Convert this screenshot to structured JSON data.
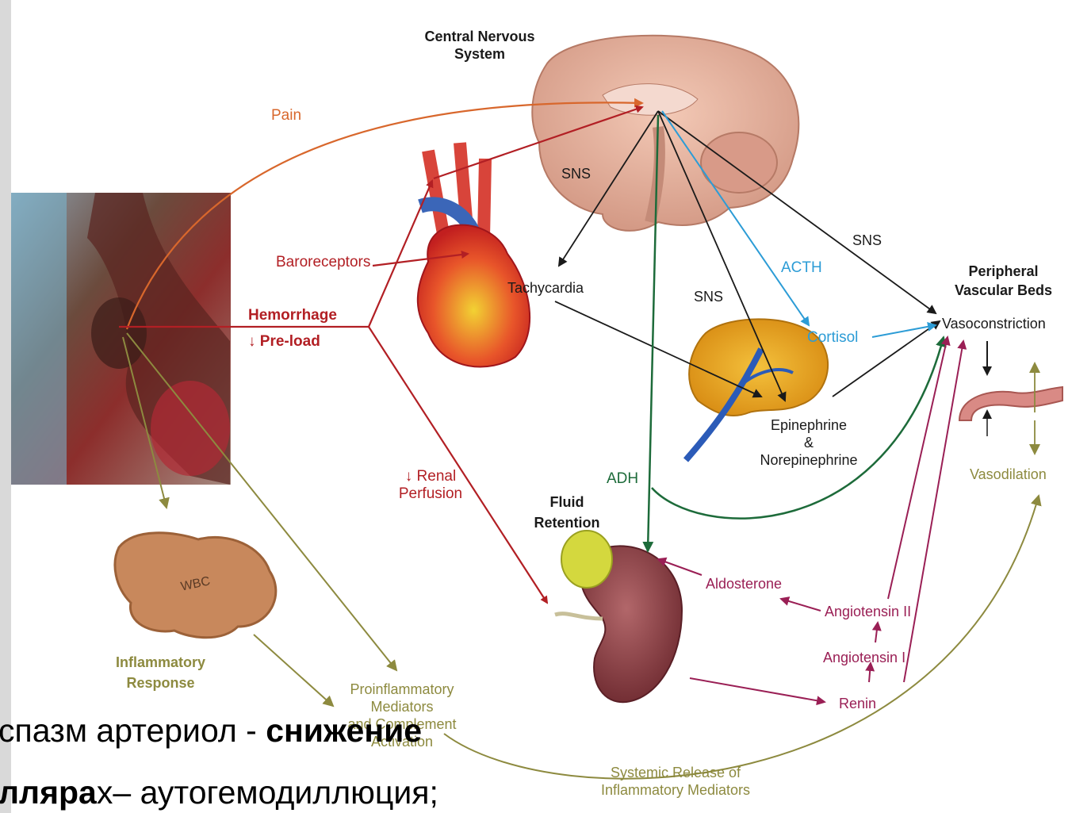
{
  "diagram": {
    "labels": {
      "cns": "Central Nervous\nSystem",
      "pain": "Pain",
      "sns_top": "SNS",
      "sns_right": "SNS",
      "sns_mid": "SNS",
      "acth": "ACTH",
      "baroreceptors": "Baroreceptors",
      "tachycardia": "Tachycardia",
      "hemorrhage": "Hemorrhage",
      "preload": "↓ Pre-load",
      "peripheral": "Peripheral\nVascular Beds",
      "vasoconstriction": "Vasoconstriction",
      "cortisol": "Cortisol",
      "epinephrine": "Epinephrine\n&\nNorepinephrine",
      "vasodilation": "Vasodilation",
      "renal": "↓ Renal\nPerfusion",
      "adh": "ADH",
      "fluid_retention": "Fluid\nRetention",
      "aldosterone": "Aldosterone",
      "angiotensin2": "Angiotensin II",
      "angiotensin1": "Angiotensin I",
      "renin": "Renin",
      "wbc": "WBC",
      "inflammatory": "Inflammatory\nResponse",
      "proinflammatory": "Proinflammatory\nMediators\nand Complement\nActivation",
      "systemic": "Systemic Release of\nInflammatory Mediators"
    },
    "overlay": {
      "line1_normal": "спазм артериол - ",
      "line1_bold": "снижение",
      "line2_bold": "лляра",
      "line2_normal": "х– аутогемодиллюция;"
    },
    "colors": {
      "red": "#b21f24",
      "orange": "#d8672c",
      "black": "#1a1a1a",
      "blue": "#2c9cd6",
      "green": "#1d6b3a",
      "magenta": "#9a1f55",
      "olive": "#8d8a3f"
    },
    "icons": [
      "brain-illustration",
      "heart-illustration",
      "adrenal-gland-illustration",
      "kidney-illustration",
      "vessel-illustration",
      "wbc-illustration",
      "wound-photo"
    ]
  }
}
